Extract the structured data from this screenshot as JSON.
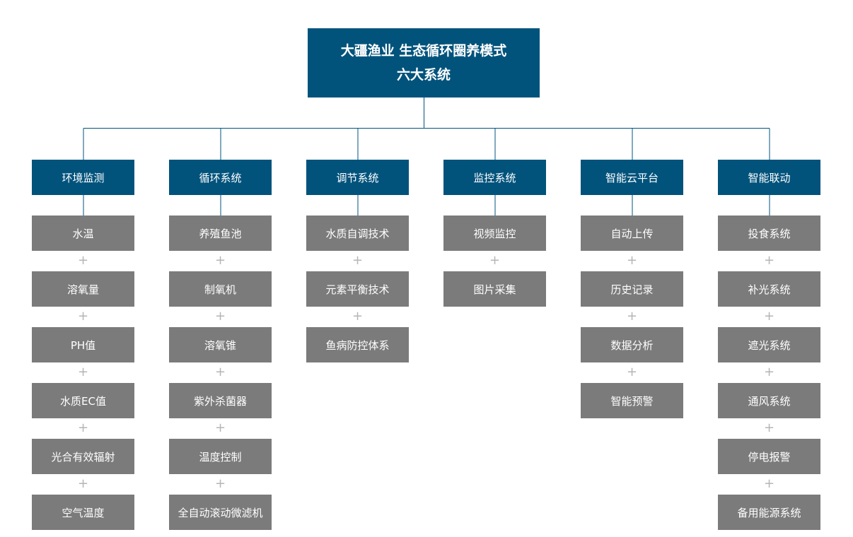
{
  "title": {
    "line1": "大疆渔业 生态循环圈养模式",
    "line2": "六大系统"
  },
  "plus_glyph": "+",
  "colors": {
    "category_bg": "#02537c",
    "item_bg": "#7b7b7b",
    "connector": "#02537c",
    "plus": "#b5b5b5"
  },
  "systems": [
    {
      "name": "环境监测",
      "items": [
        "水温",
        "溶氧量",
        "PH值",
        "水质EC值",
        "光合有效辐射",
        "空气温度"
      ]
    },
    {
      "name": "循环系统",
      "items": [
        "养殖鱼池",
        "制氧机",
        "溶氧锥",
        "紫外杀菌器",
        "温度控制",
        "全自动滚动微滤机"
      ]
    },
    {
      "name": "调节系统",
      "items": [
        "水质自调技术",
        "元素平衡技术",
        "鱼病防控体系"
      ]
    },
    {
      "name": "监控系统",
      "items": [
        "视频监控",
        "图片采集"
      ]
    },
    {
      "name": "智能云平台",
      "items": [
        "自动上传",
        "历史记录",
        "数据分析",
        "智能预警"
      ]
    },
    {
      "name": "智能联动",
      "items": [
        "投食系统",
        "补光系统",
        "遮光系统",
        "通风系统",
        "停电报警",
        "备用能源系统"
      ]
    }
  ]
}
